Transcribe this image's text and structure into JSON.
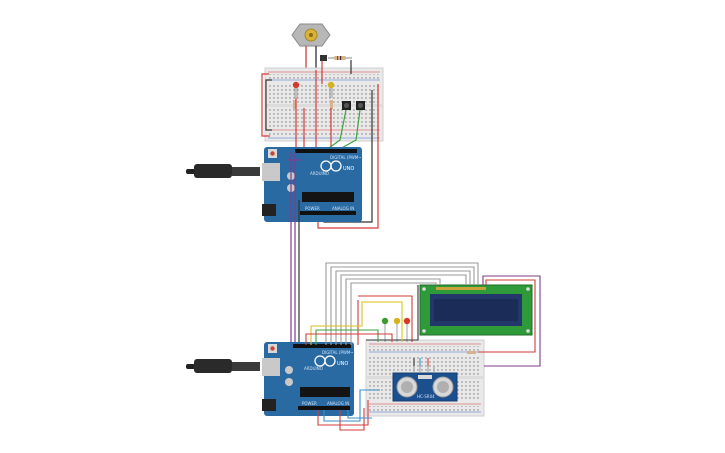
{
  "boards": [
    {
      "name": "arduino-uno-top",
      "brand": "UNO",
      "sub": "ARDUINO",
      "power_label": "POWER",
      "analog_label": "ANALOG IN",
      "digital_label": "DIGITAL (PWM~)"
    },
    {
      "name": "arduino-uno-bottom",
      "brand": "UNO",
      "sub": "ARDUINO",
      "power_label": "POWER",
      "analog_label": "ANALOG IN",
      "digital_label": "DIGITAL (PWM~)"
    }
  ],
  "sensor": {
    "label": "HC-SR04"
  },
  "colors": {
    "board": "#2a6aa3",
    "board_dark": "#1d4f7c",
    "breadboard": "#eaeaea",
    "lcd_pcb": "#2f9a3a",
    "lcd_screen": "#23376b",
    "wire_red": "#d43b3b",
    "wire_black": "#333333",
    "wire_green": "#3fa33f",
    "wire_purple": "#7d3d8f",
    "wire_gray": "#9a9a9a",
    "wire_yellow": "#d8c21a",
    "wire_blue": "#3a8fc9",
    "led_red": "#d83a2a",
    "led_yellow": "#d7b21a",
    "led_green": "#3b9a2e"
  }
}
